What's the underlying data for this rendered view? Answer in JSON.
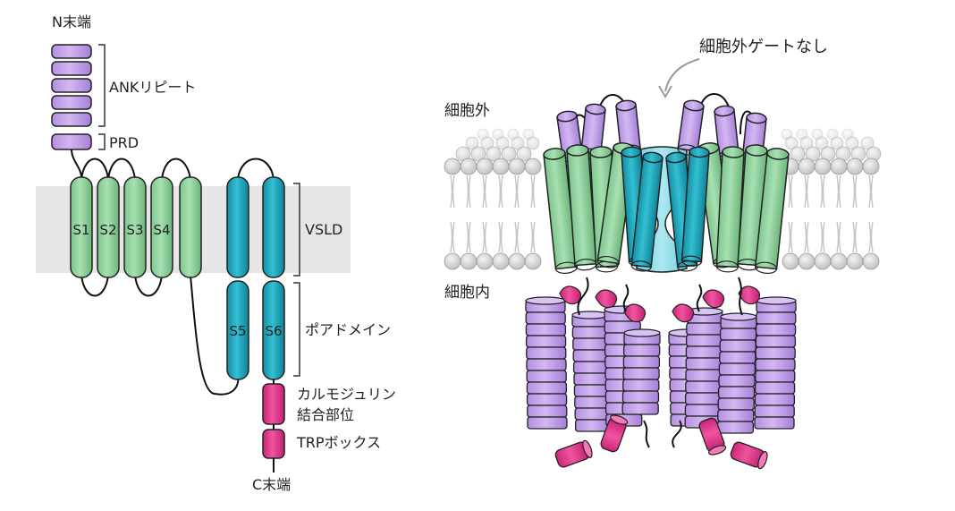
{
  "topology": {
    "n_terminus": "N末端",
    "ank_repeat": "ANKリピート",
    "prd": "PRD",
    "segments": [
      "S1",
      "S2",
      "S3",
      "S4",
      "S5",
      "S6"
    ],
    "vsld": "VSLD",
    "pore_domain": "ポアドメイン",
    "calmodulin_line1": "カルモジュリン",
    "calmodulin_line2": "結合部位",
    "trp_box": "TRPボックス",
    "c_terminus": "C末端"
  },
  "structure": {
    "no_gate_label": "細胞外ゲートなし",
    "extracellular": "細胞外",
    "intracellular": "細胞内"
  },
  "colors": {
    "ank": "#c4a3ec",
    "vsld_green": "#8fd29c",
    "pore_teal": "#1ca8bf",
    "pore_light": "#8fdbe7",
    "calmodulin_magenta": "#e0348f",
    "membrane_band": "#e6e6e6",
    "lipid": "#cfcfcf"
  }
}
